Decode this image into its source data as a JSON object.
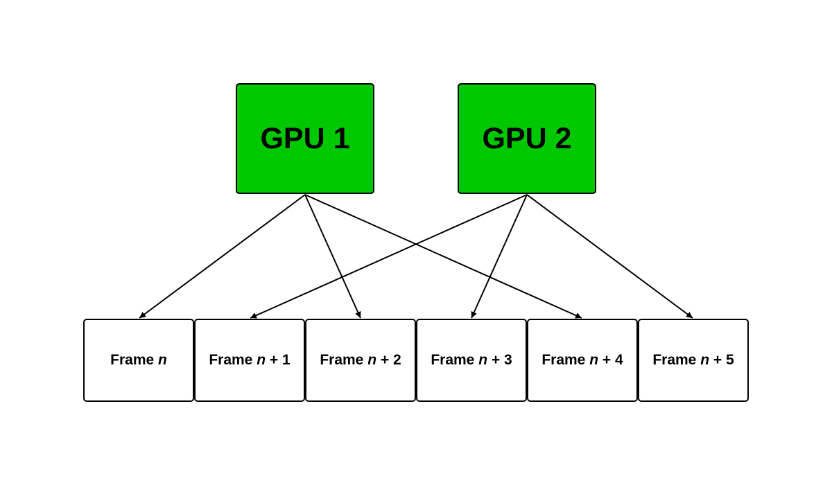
{
  "gpus": [
    {
      "label": "GPU 1"
    },
    {
      "label": "GPU 2"
    }
  ],
  "frames": [
    {
      "prefix": "Frame ",
      "var": "n",
      "suffix": ""
    },
    {
      "prefix": "Frame ",
      "var": "n",
      "suffix": " + 1"
    },
    {
      "prefix": "Frame ",
      "var": "n",
      "suffix": " + 2"
    },
    {
      "prefix": "Frame ",
      "var": "n",
      "suffix": " + 3"
    },
    {
      "prefix": "Frame ",
      "var": "n",
      "suffix": " + 4"
    },
    {
      "prefix": "Frame ",
      "var": "n",
      "suffix": " + 5"
    }
  ],
  "edges": [
    {
      "from": "GPU 1",
      "to": "Frame n"
    },
    {
      "from": "GPU 1",
      "to": "Frame n + 2"
    },
    {
      "from": "GPU 1",
      "to": "Frame n + 4"
    },
    {
      "from": "GPU 2",
      "to": "Frame n + 1"
    },
    {
      "from": "GPU 2",
      "to": "Frame n + 3"
    },
    {
      "from": "GPU 2",
      "to": "Frame n + 5"
    }
  ],
  "colors": {
    "gpu_fill": "#00c800",
    "stroke": "#000000",
    "frame_fill": "#ffffff"
  }
}
